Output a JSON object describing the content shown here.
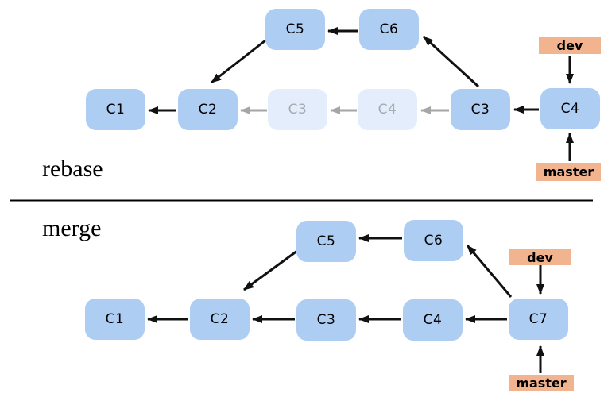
{
  "colors": {
    "commit_fill": "#aecdf2",
    "commit_fill_faded": "#e4edfb",
    "commit_text": "#000000",
    "commit_text_faded": "#a6abb3",
    "branch_label_bg": "#f2b48e",
    "arrow_black": "#111111",
    "arrow_gray": "#a6a6a6",
    "divider": "#000000",
    "background": "#ffffff"
  },
  "sections": {
    "rebase": {
      "title": "rebase",
      "nodes": [
        {
          "label": "C1",
          "faded": false
        },
        {
          "label": "C2",
          "faded": false
        },
        {
          "label": "C3",
          "faded": true
        },
        {
          "label": "C4",
          "faded": true
        },
        {
          "label": "C3",
          "faded": false
        },
        {
          "label": "C4",
          "faded": false
        },
        {
          "label": "C5",
          "faded": false
        },
        {
          "label": "C6",
          "faded": false
        }
      ],
      "branches": {
        "dev": "dev",
        "master": "master"
      },
      "edges": [
        {
          "from": "C2",
          "to": "C1",
          "style": "solid"
        },
        {
          "from": "C3-old",
          "to": "C2",
          "style": "faded"
        },
        {
          "from": "C4-old",
          "to": "C3-old",
          "style": "faded"
        },
        {
          "from": "C3",
          "to": "C4-old",
          "style": "faded"
        },
        {
          "from": "C4",
          "to": "C3",
          "style": "solid"
        },
        {
          "from": "C6",
          "to": "C5",
          "style": "solid"
        },
        {
          "from": "C5",
          "to": "C2",
          "style": "solid"
        },
        {
          "from": "C3",
          "to": "C6",
          "style": "solid"
        },
        {
          "from": "dev",
          "to": "C4",
          "style": "solid"
        },
        {
          "from": "master",
          "to": "C4",
          "style": "solid"
        }
      ]
    },
    "merge": {
      "title": "merge",
      "nodes": [
        {
          "label": "C1",
          "faded": false
        },
        {
          "label": "C2",
          "faded": false
        },
        {
          "label": "C3",
          "faded": false
        },
        {
          "label": "C4",
          "faded": false
        },
        {
          "label": "C7",
          "faded": false
        },
        {
          "label": "C5",
          "faded": false
        },
        {
          "label": "C6",
          "faded": false
        }
      ],
      "branches": {
        "dev": "dev",
        "master": "master"
      },
      "edges": [
        {
          "from": "C2",
          "to": "C1",
          "style": "solid"
        },
        {
          "from": "C3",
          "to": "C2",
          "style": "solid"
        },
        {
          "from": "C4",
          "to": "C3",
          "style": "solid"
        },
        {
          "from": "C7",
          "to": "C4",
          "style": "solid"
        },
        {
          "from": "C6",
          "to": "C5",
          "style": "solid"
        },
        {
          "from": "C5",
          "to": "C2",
          "style": "solid"
        },
        {
          "from": "C7",
          "to": "C6",
          "style": "solid"
        },
        {
          "from": "dev",
          "to": "C7",
          "style": "solid"
        },
        {
          "from": "master",
          "to": "C7",
          "style": "solid"
        }
      ]
    }
  }
}
